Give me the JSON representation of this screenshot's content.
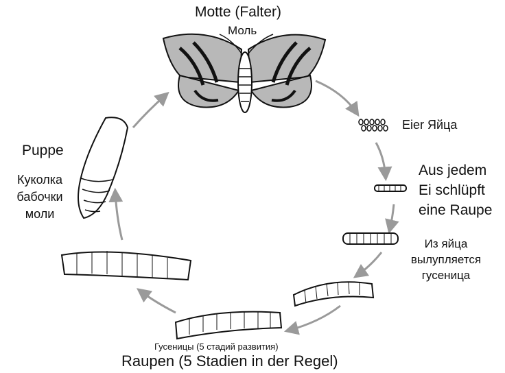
{
  "labels": {
    "motte_de": "Motte (Falter)",
    "motte_ru": "Моль",
    "eier": "Eier  Яйца",
    "aus_jedem": [
      "Aus jedem",
      "Ei schlüpft",
      "eine Raupe"
    ],
    "iz_yaytsa": [
      "Из яйца",
      "вылупляется",
      "гусеница"
    ],
    "puppe_de": "Puppe",
    "puppe_ru": [
      "Куколка",
      "бабочки",
      "моли"
    ],
    "gusenitsy": "Гусеницы (5 стадий развития)",
    "raupen": "Raupen (5 Stadien in der Regel)"
  },
  "stages": [
    "moth",
    "eggs",
    "hatching-larva",
    "larva",
    "larva",
    "larva",
    "larva",
    "pupa"
  ],
  "colors": {
    "line": "#111111",
    "arrow": "#9a9a9a",
    "wing": "#b8b8b8"
  }
}
